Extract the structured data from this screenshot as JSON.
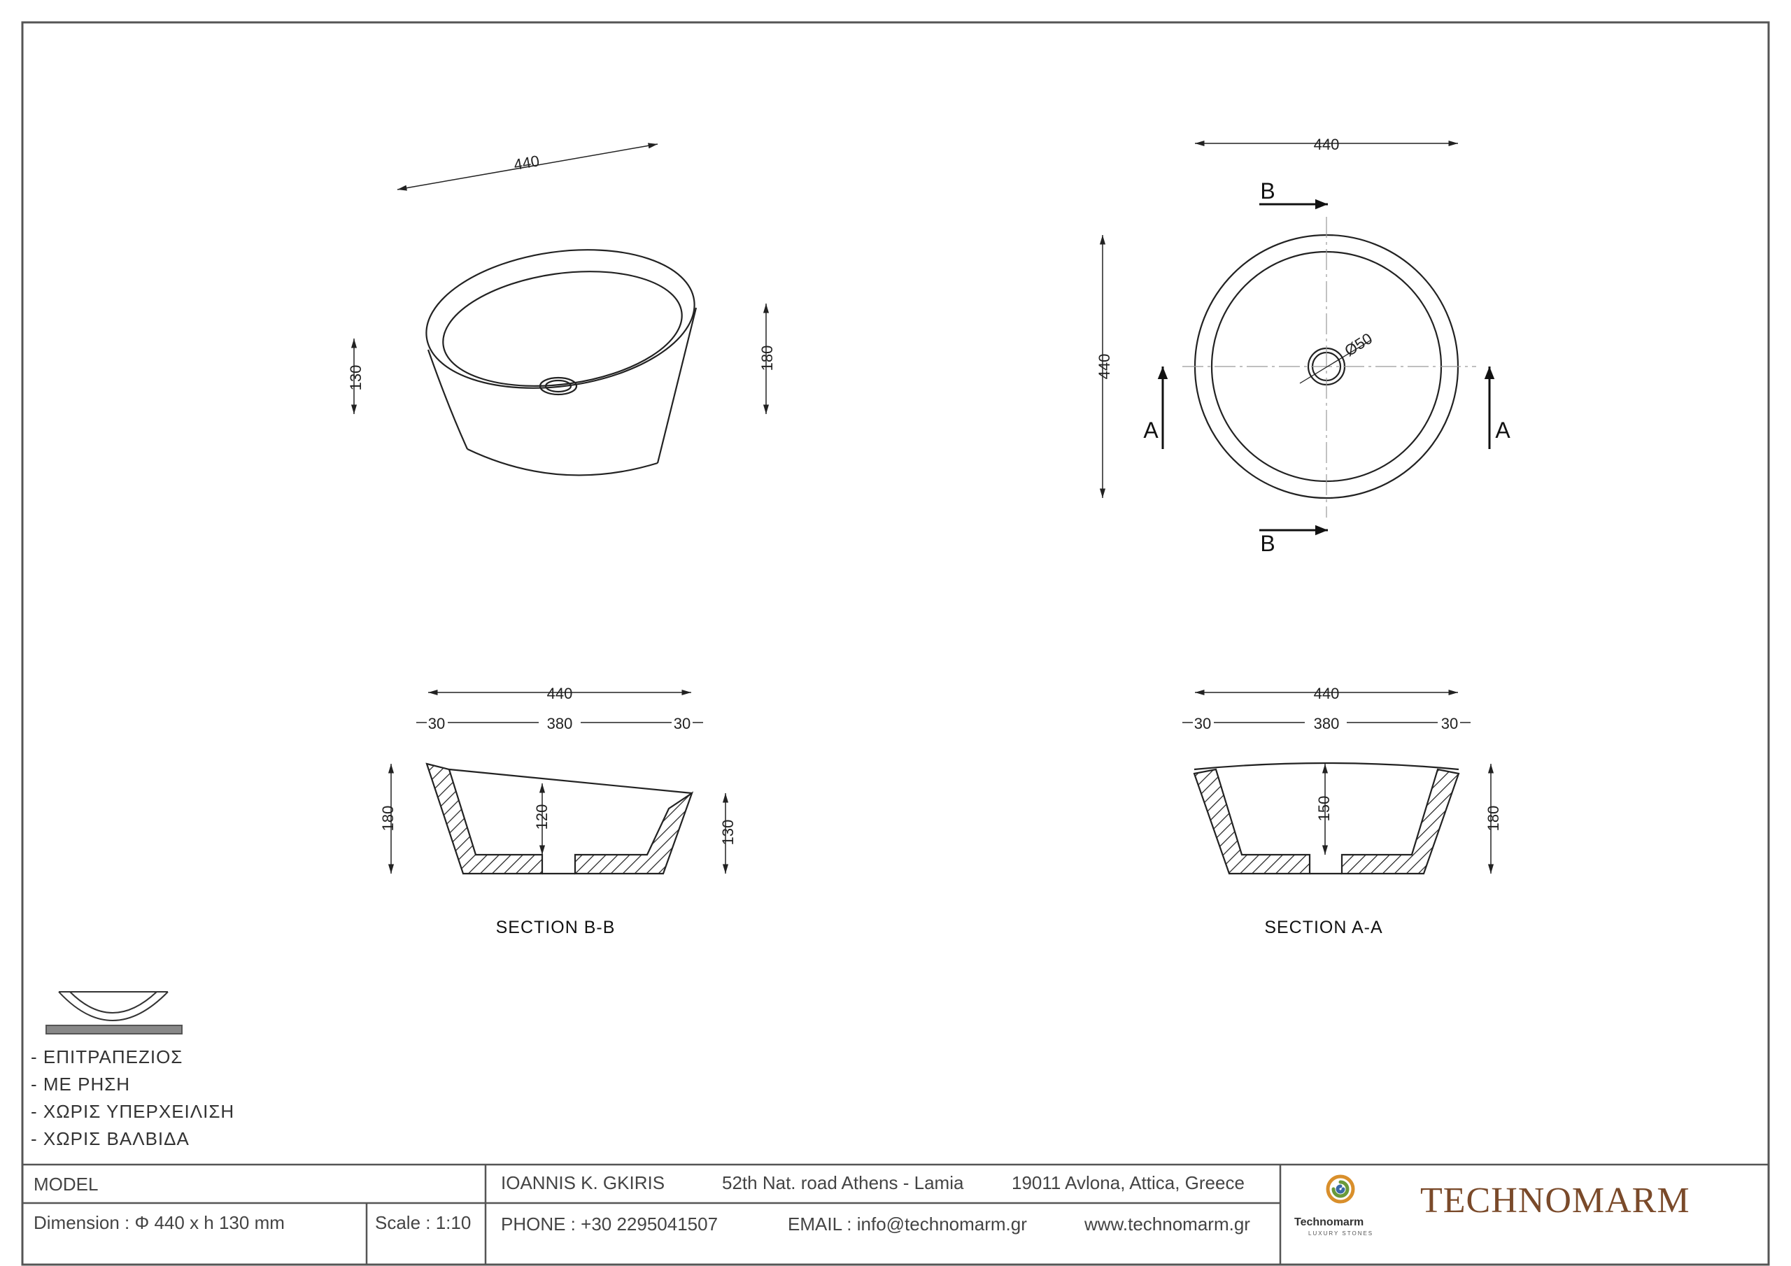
{
  "perspective_view": {
    "width": "440",
    "height_left": "130",
    "height_right": "180"
  },
  "plan_view": {
    "width": "440",
    "depth": "440",
    "drain": "Ø50",
    "cut_a": "A",
    "cut_b": "B"
  },
  "section_bb": {
    "title": "SECTION  B-B",
    "overall": "440",
    "wall_left": "30",
    "inner": "380",
    "wall_right": "30",
    "height_left": "180",
    "height_right": "130",
    "inner_depth": "120"
  },
  "section_aa": {
    "title": "SECTION  A-A",
    "overall": "440",
    "wall_left": "30",
    "inner": "380",
    "wall_right": "30",
    "height": "180",
    "inner_depth": "150"
  },
  "notes": [
    "- ΕΠΙΤΡΑΠΕΖΙΟΣ",
    "-  ΜΕ ΡΗΣΗ",
    "-  ΧΩΡΙΣ ΥΠΕΡΧΕΙΛΙΣΗ",
    "-  ΧΩΡΙΣ ΒΑΛΒΙΔΑ"
  ],
  "title_block": {
    "model_label": "MODEL",
    "dimension": "Dimension :   Φ 440 x h 130 mm",
    "scale": "Scale : 1:10",
    "company": "IOANNIS K. GKIRIS",
    "address": "52th Nat. road Athens - Lamia",
    "city": "19011 Avlona, Attica, Greece",
    "phone": "PHONE : +30 2295041507",
    "email": "EMAIL : info@technomarm.gr",
    "web": "www.technomarm.gr",
    "logo_name": "Technomarm",
    "logo_tagline": "LUXURY STONES",
    "brand": "TECHNOMARM"
  },
  "colors": {
    "line": "#222222",
    "brand": "#7a4a2a",
    "frame": "#555555"
  }
}
